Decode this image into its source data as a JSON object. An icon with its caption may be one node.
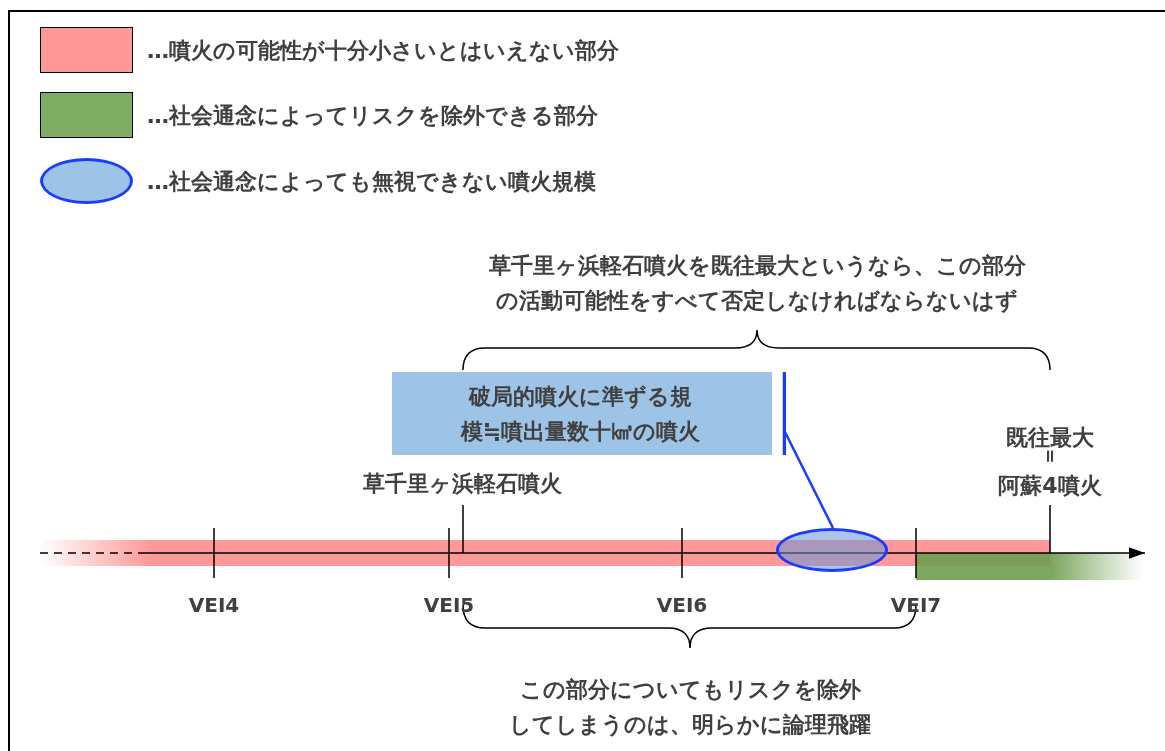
{
  "diagram": {
    "nodes": [
      {
        "text": [
          "破局的噴火に準ずる規模≒噴出量数十㎦の噴火"
        ]
      },
      {
        "text": [],
        "shape": "ellipse"
      }
    ],
    "edges": [
      {
        "from": 0,
        "to": 1,
        "arrow": "none",
        "color": "#1a3cff"
      }
    ],
    "labels": [
      "草千里ヶ浜軽石噴火を既往最大というなら、この部分の活動可能性をすべて否定しなければならないはず",
      "既往最大",
      "=",
      "草千里ヶ浜軽石噴火",
      "阿蘇4噴火",
      "VEI4",
      "VEI5",
      "VEI6",
      "VEI7",
      "この部分についてもリスクを除外してしまうのは、明らかに論理飛躍"
    ],
    "legend": [
      {
        "text": "…噴火の可能性が十分小さいとはいえない部分",
        "color": "#ff9999"
      },
      {
        "text": "…社会通念によってリスクを除外できる部分",
        "color": "#7fad63"
      },
      {
        "text": "…社会通念によっても無視できない噴火規模"
      }
    ]
  }
}
